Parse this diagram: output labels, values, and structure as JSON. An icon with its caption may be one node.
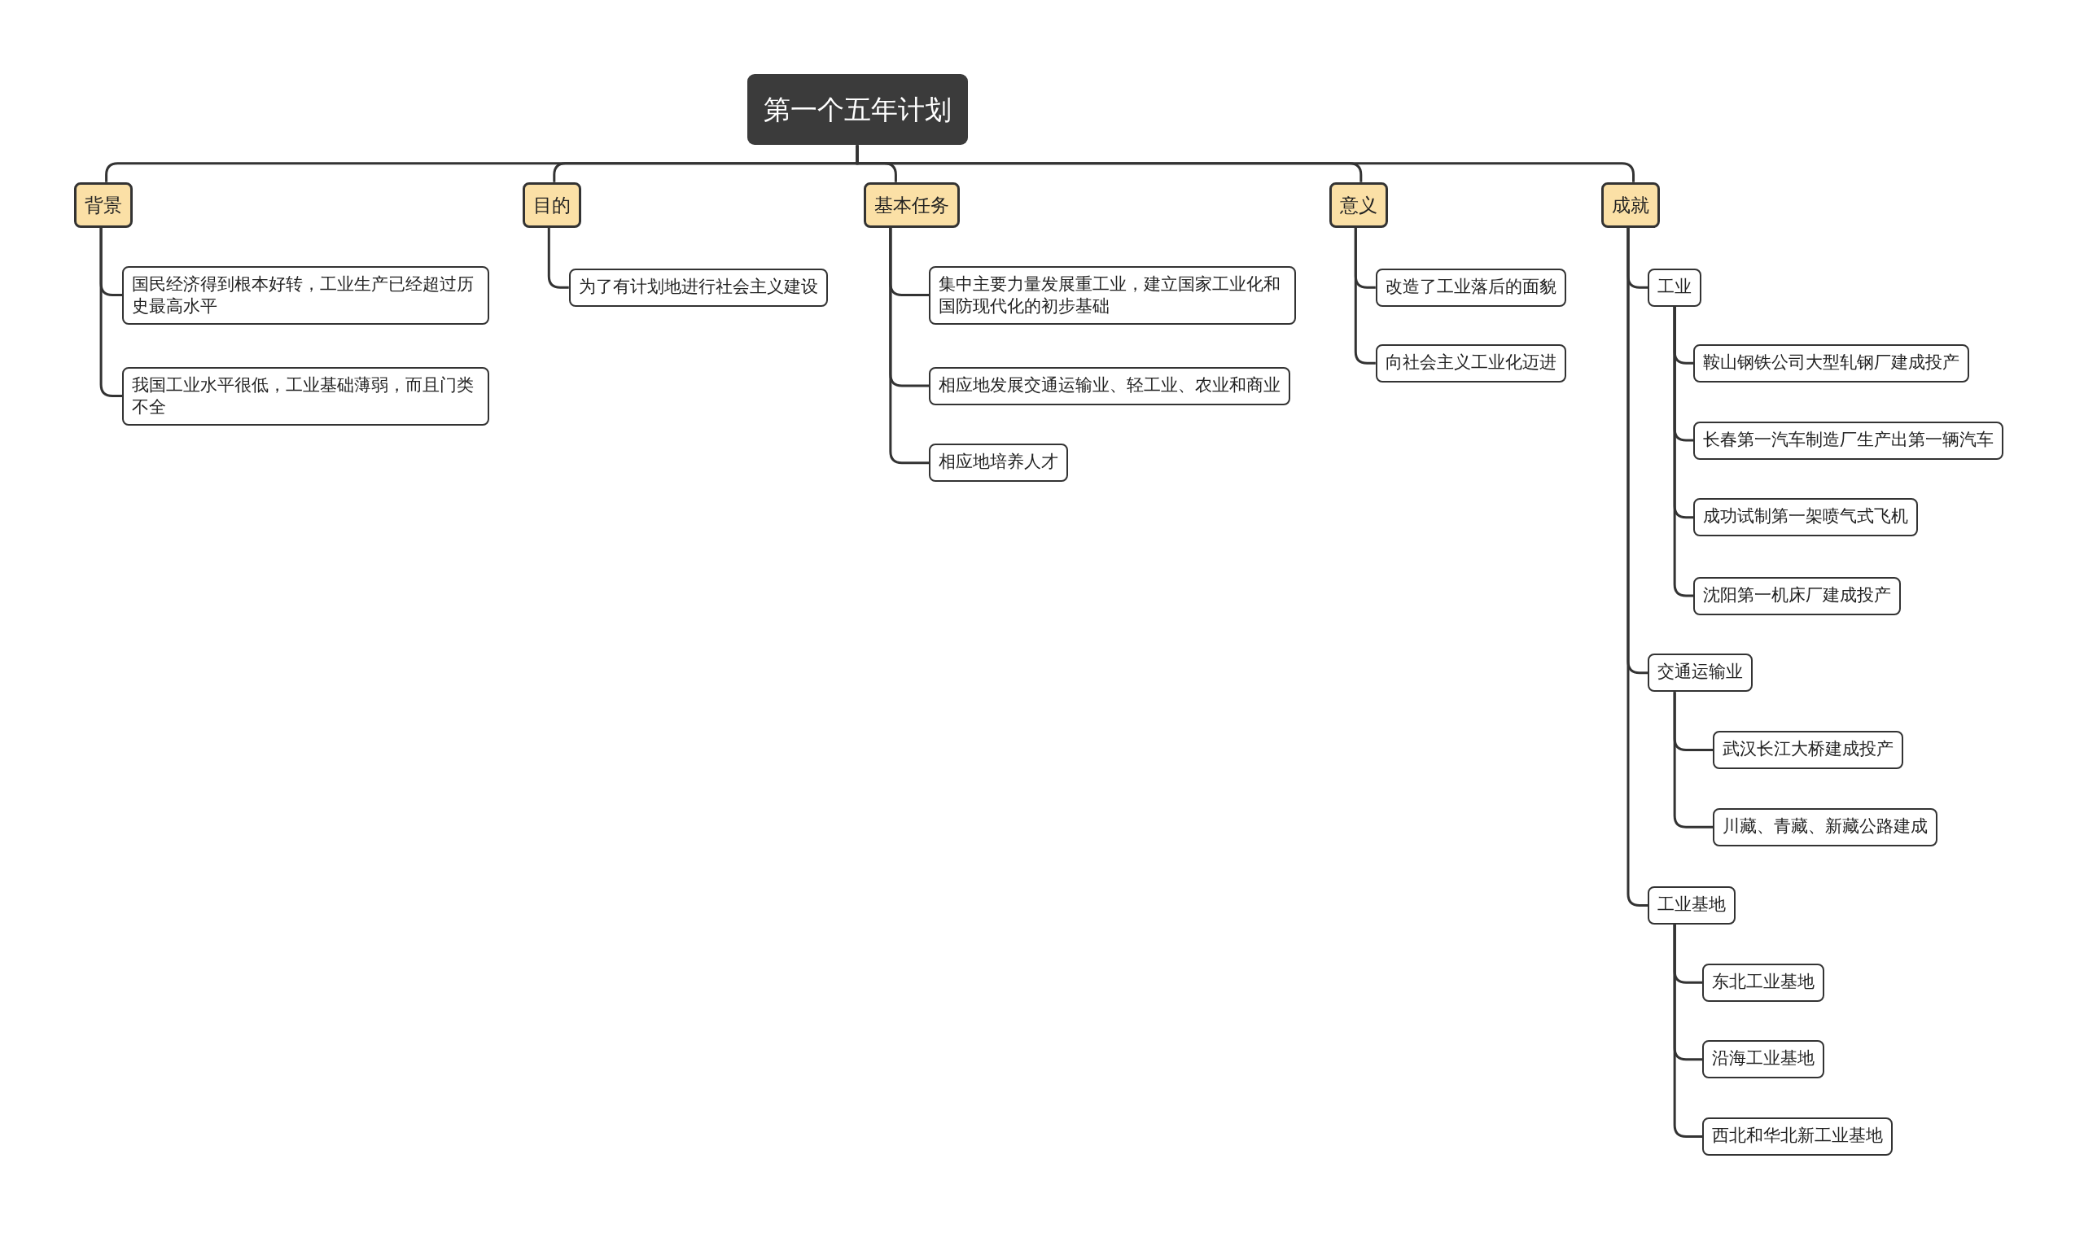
{
  "diagram": {
    "nodes": [
      {
        "text": [
          "第一个五年计划"
        ]
      },
      {
        "text": [
          "背景"
        ]
      },
      {
        "text": [
          "国民经济得到根本好转，工业生产已经超过历史最高水平"
        ]
      },
      {
        "text": [
          "我国工业水平很低，工业基础薄弱，而且门类不全"
        ]
      },
      {
        "text": [
          "目的"
        ]
      },
      {
        "text": [
          "为了有计划地进行社会主义建设"
        ]
      },
      {
        "text": [
          "基本任务"
        ]
      },
      {
        "text": [
          "集中主要力量发展重工业，建立国家工业化和国防现代化的初步基础"
        ]
      },
      {
        "text": [
          "相应地发展交通运输业、轻工业、农业和商业"
        ]
      },
      {
        "text": [
          "相应地培养人才"
        ]
      },
      {
        "text": [
          "意义"
        ]
      },
      {
        "text": [
          "改造了工业落后的面貌"
        ]
      },
      {
        "text": [
          "向社会主义工业化迈进"
        ]
      },
      {
        "text": [
          "成就"
        ]
      },
      {
        "text": [
          "工业"
        ]
      },
      {
        "text": [
          "鞍山钢铁公司大型轧钢厂建成投产"
        ]
      },
      {
        "text": [
          "长春第一汽车制造厂生产出第一辆汽车"
        ]
      },
      {
        "text": [
          "成功试制第一架喷气式飞机"
        ]
      },
      {
        "text": [
          "沈阳第一机床厂建成投产"
        ]
      },
      {
        "text": [
          "交通运输业"
        ]
      },
      {
        "text": [
          "武汉长江大桥建成投产"
        ]
      },
      {
        "text": [
          "川藏、青藏、新藏公路建成"
        ]
      },
      {
        "text": [
          "工业基地"
        ]
      },
      {
        "text": [
          "东北工业基地"
        ]
      },
      {
        "text": [
          "沿海工业基地"
        ]
      },
      {
        "text": [
          "西北和华北新工业基地"
        ]
      }
    ],
    "edges": [
      {
        "from": 0,
        "to": 1,
        "arrow": "none"
      },
      {
        "from": 0,
        "to": 4,
        "arrow": "none"
      },
      {
        "from": 0,
        "to": 6,
        "arrow": "none"
      },
      {
        "from": 0,
        "to": 10,
        "arrow": "none"
      },
      {
        "from": 0,
        "to": 13,
        "arrow": "none"
      },
      {
        "from": 1,
        "to": 2,
        "arrow": "none"
      },
      {
        "from": 1,
        "to": 3,
        "arrow": "none"
      },
      {
        "from": 4,
        "to": 5,
        "arrow": "none"
      },
      {
        "from": 6,
        "to": 7,
        "arrow": "none"
      },
      {
        "from": 6,
        "to": 8,
        "arrow": "none"
      },
      {
        "from": 6,
        "to": 9,
        "arrow": "none"
      },
      {
        "from": 10,
        "to": 11,
        "arrow": "none"
      },
      {
        "from": 10,
        "to": 12,
        "arrow": "none"
      },
      {
        "from": 13,
        "to": 14,
        "arrow": "none"
      },
      {
        "from": 13,
        "to": 19,
        "arrow": "none"
      },
      {
        "from": 13,
        "to": 22,
        "arrow": "none"
      },
      {
        "from": 14,
        "to": 15,
        "arrow": "none"
      },
      {
        "from": 14,
        "to": 16,
        "arrow": "none"
      },
      {
        "from": 14,
        "to": 17,
        "arrow": "none"
      },
      {
        "from": 14,
        "to": 18,
        "arrow": "none"
      },
      {
        "from": 19,
        "to": 20,
        "arrow": "none"
      },
      {
        "from": 19,
        "to": 21,
        "arrow": "none"
      },
      {
        "from": 22,
        "to": 23,
        "arrow": "none"
      },
      {
        "from": 22,
        "to": 24,
        "arrow": "none"
      },
      {
        "from": 22,
        "to": 25,
        "arrow": "none"
      }
    ]
  }
}
